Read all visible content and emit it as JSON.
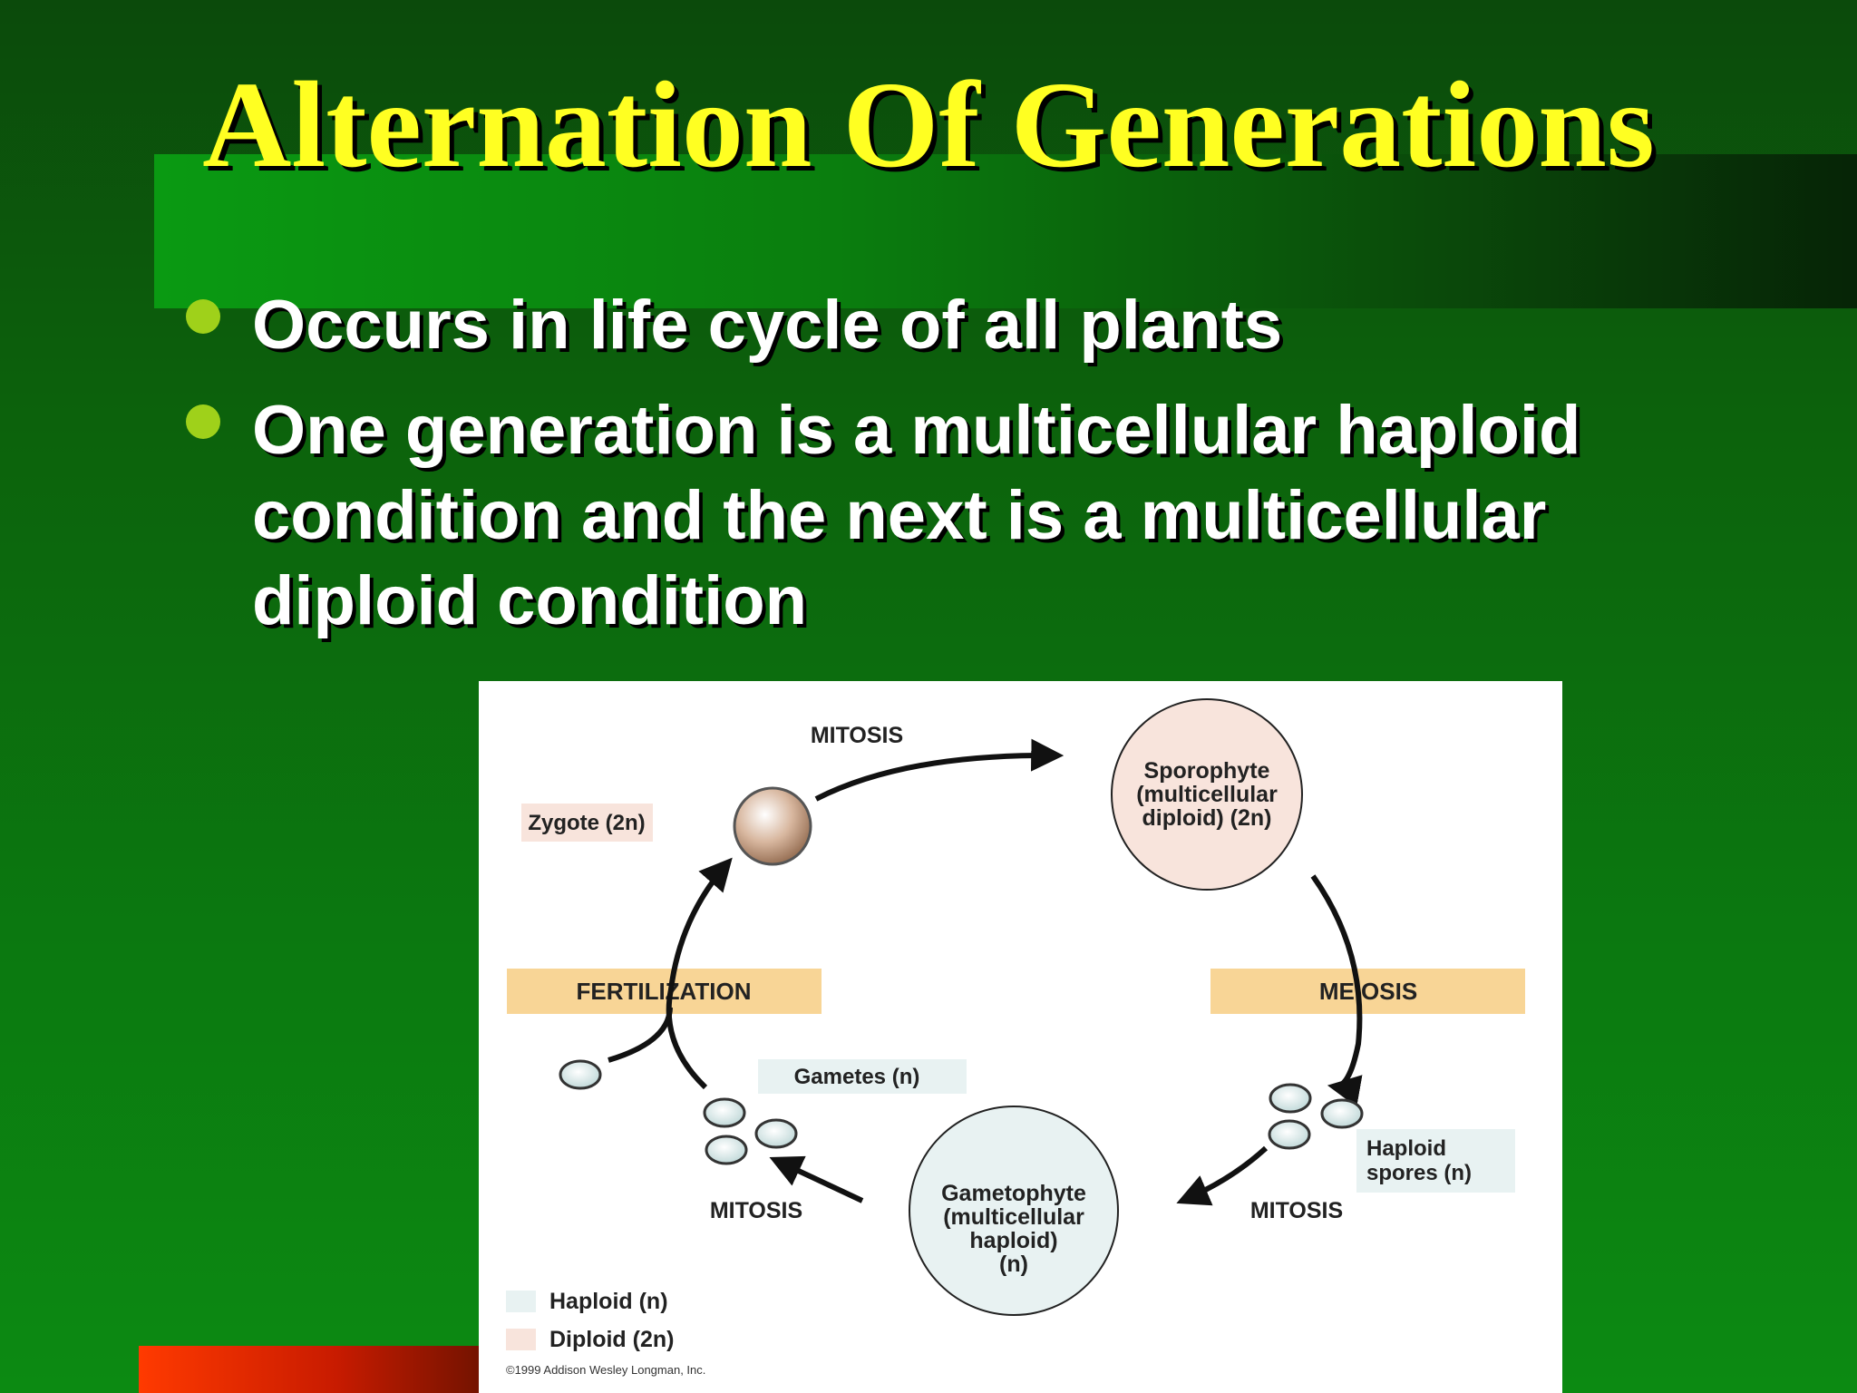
{
  "slide": {
    "title": "Alternation Of Generations",
    "bullets": [
      "Occurs in life cycle of all plants",
      "One generation is a multicellular haploid condition and the next is a multicellular diploid condition"
    ]
  },
  "diagram": {
    "mitosis_top": "MITOSIS",
    "mitosis_bottom_left": "MITOSIS",
    "mitosis_bottom_right": "MITOSIS",
    "fertilization": "FERTILIZATION",
    "meiosis": "MEIOSIS",
    "zygote": "Zygote (2n)",
    "sporophyte": [
      "Sporophyte",
      "(multicellular",
      "diploid) (2n)"
    ],
    "gametophyte": [
      "Gametophyte",
      "(multicellular",
      "haploid)",
      "(n)"
    ],
    "gametes": "Gametes (n)",
    "haploid_spores": [
      "Haploid",
      "spores (n)"
    ],
    "legend": {
      "haploid": "Haploid (n)",
      "diploid": "Diploid (2n)"
    },
    "copyright": "©1999 Addison Wesley Longman, Inc."
  },
  "colors": {
    "title": "#ffff22",
    "bullet": "#9fd11a",
    "label_bar": "#f8d596",
    "haploid_fill": "#e8f2f2",
    "diploid_fill": "#f8e4dc"
  }
}
